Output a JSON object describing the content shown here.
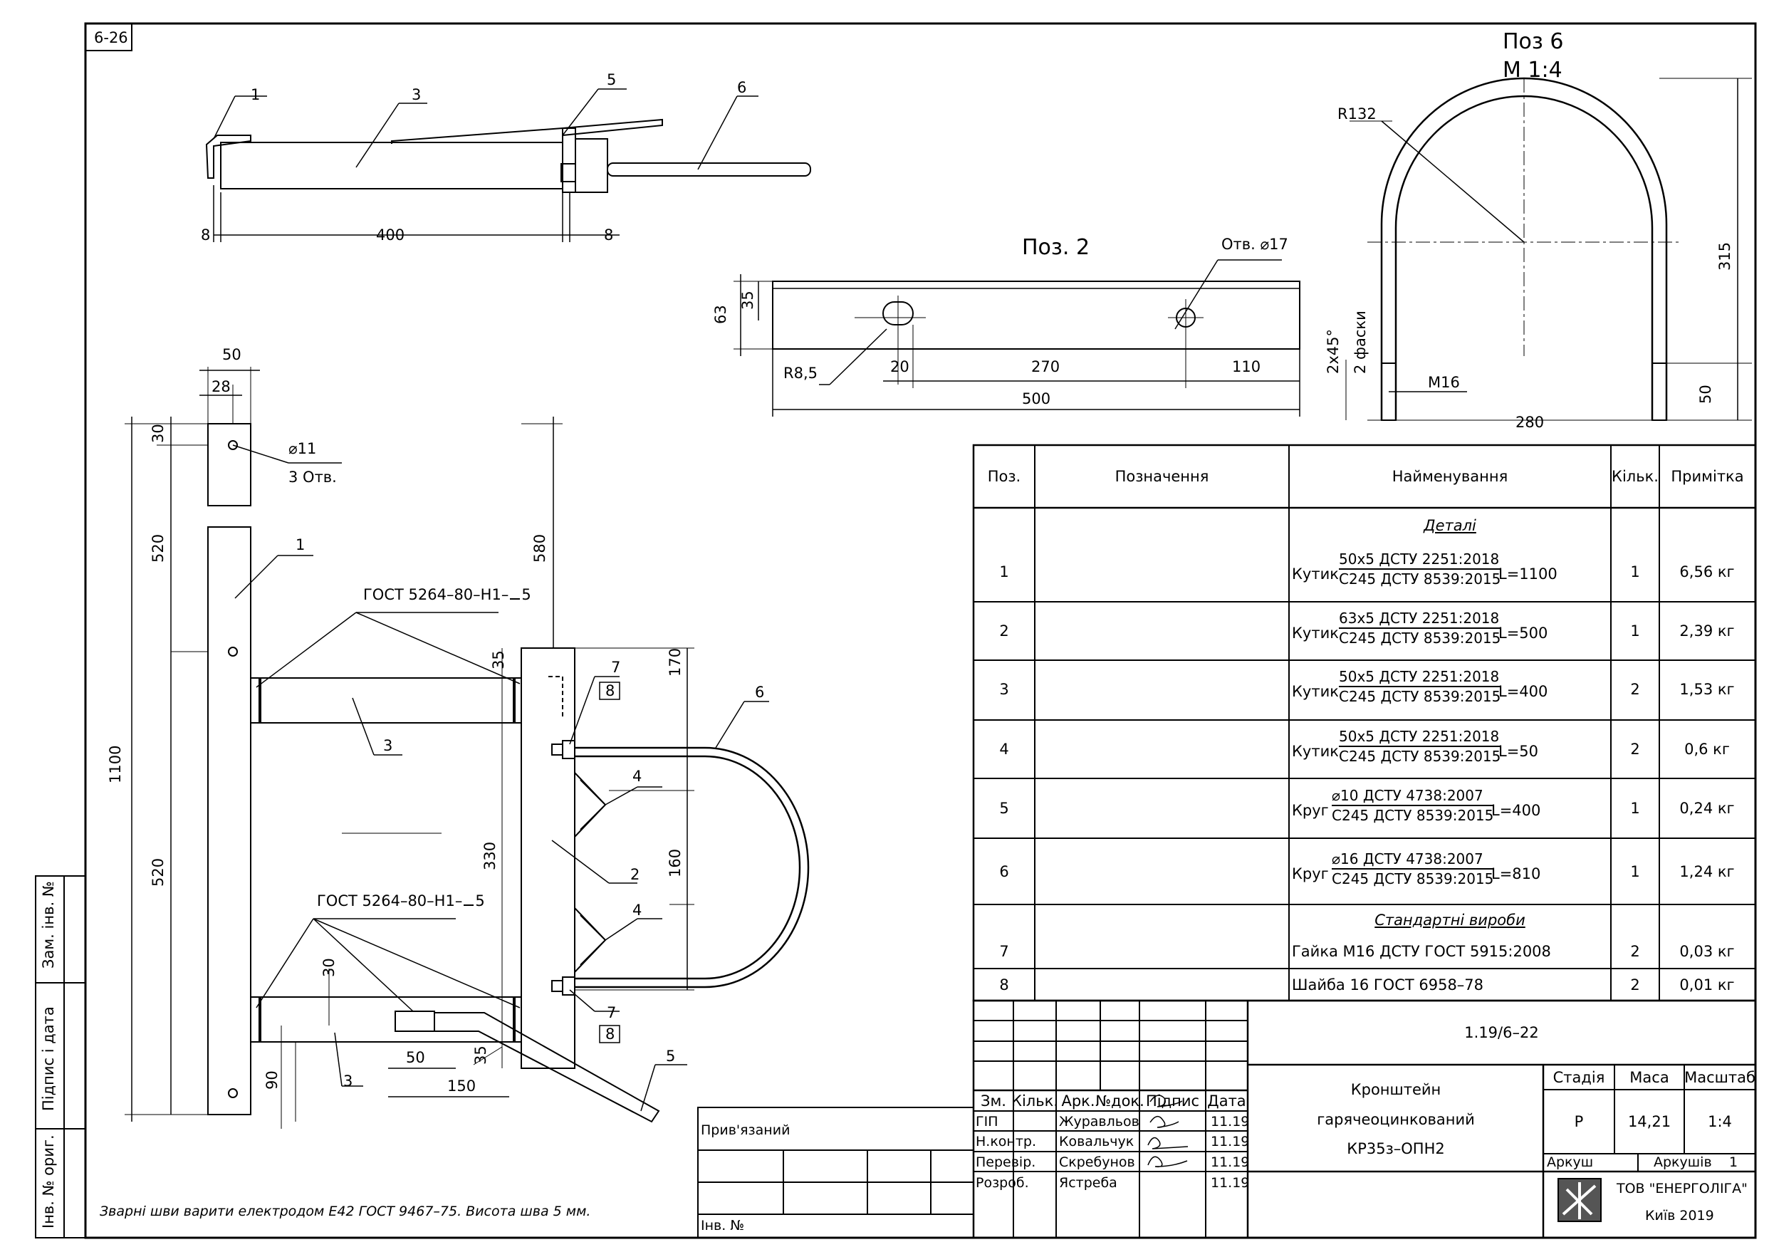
{
  "sheet_code": "6-26",
  "side_stamp": {
    "zam_inv": "Зам. інв. №",
    "signature_date": "Підпис і дата",
    "inv_orig": "Інв. № ориг."
  },
  "view_top": {
    "leaders": [
      "1",
      "3",
      "5",
      "6"
    ],
    "dims": [
      "8",
      "400",
      "8"
    ]
  },
  "view_pos2": {
    "title": "Поз. 2",
    "hole": "Отв. ⌀17",
    "radius": "R8,5",
    "dims": [
      "63",
      "35",
      "20",
      "270",
      "110",
      "500"
    ]
  },
  "view_pos6": {
    "title": "Поз 6",
    "scale": "М 1:4",
    "radius": "R132",
    "chamfer_count": "2 фаски",
    "chamfer": "2x45°",
    "thread": "M16",
    "dims": [
      "315",
      "280",
      "50"
    ]
  },
  "view_main": {
    "dims": {
      "d50": "50",
      "d28": "28",
      "d30": "30",
      "hole": "⌀11",
      "holes": "3 Отв.",
      "d520a": "520",
      "d1100": "1100",
      "d520b": "520",
      "d580": "580",
      "d35a": "35",
      "d170": "170",
      "d160": "160",
      "d330": "330",
      "d30b": "30",
      "d50b": "50",
      "d35b": "35",
      "d150": "150",
      "d90": "90"
    },
    "weld_top": "ГОСТ 5264–80–Н1–",
    "weld_top_leg": "5",
    "weld_bot": "ГОСТ 5264–80–Н1–",
    "weld_bot_leg": "5",
    "leaders": {
      "l1": "1",
      "l3a": "3",
      "l3b": "3",
      "l2": "2",
      "l4a": "4",
      "l4b": "4",
      "l5": "5",
      "l6": "6",
      "l7a": "7",
      "l8a": "8",
      "l7b": "7",
      "l8b": "8"
    }
  },
  "note": "Зварні шви варити електродом Е42 ГОСТ 9467–75. Висота шва 5 мм.",
  "attached": "Прив'язаний",
  "inv_no": "Інв. №",
  "spec": {
    "headers": [
      "Поз.",
      "Позначення",
      "Найменування",
      "Кільк.",
      "Примітка"
    ],
    "section_details": "Деталі",
    "section_standard": "Стандартні вироби",
    "rows": [
      {
        "pos": "1",
        "kind": "Кутик",
        "top": "50x5 ДСТУ 2251:2018",
        "bottom": "С245 ДСТУ 8539:2015",
        "len": "L=1100",
        "qty": "1",
        "note": "6,56 кг"
      },
      {
        "pos": "2",
        "kind": "Кутик",
        "top": "63x5 ДСТУ 2251:2018",
        "bottom": "С245 ДСТУ 8539:2015",
        "len": "L=500",
        "qty": "1",
        "note": "2,39 кг"
      },
      {
        "pos": "3",
        "kind": "Кутик",
        "top": "50x5 ДСТУ 2251:2018",
        "bottom": "С245 ДСТУ 8539:2015",
        "len": "L=400",
        "qty": "2",
        "note": "1,53 кг"
      },
      {
        "pos": "4",
        "kind": "Кутик",
        "top": "50x5 ДСТУ 2251:2018",
        "bottom": "С245 ДСТУ 8539:2015",
        "len": "L=50",
        "qty": "2",
        "note": "0,6 кг"
      },
      {
        "pos": "5",
        "kind": "Круг",
        "top": "⌀10 ДСТУ 4738:2007",
        "bottom": "С245 ДСТУ 8539:2015",
        "len": "L=400",
        "qty": "1",
        "note": "0,24 кг"
      },
      {
        "pos": "6",
        "kind": "Круг",
        "top": "⌀16 ДСТУ 4738:2007",
        "bottom": "С245 ДСТУ 8539:2015",
        "len": "L=810",
        "qty": "1",
        "note": "1,24 кг"
      }
    ],
    "std_rows": [
      {
        "pos": "7",
        "name": "Гайка М16 ДСТУ ГОСТ 5915:2008",
        "qty": "2",
        "note": "0,03 кг"
      },
      {
        "pos": "8",
        "name": "Шайба 16 ГОСТ 6958–78",
        "qty": "2",
        "note": "0,01 кг"
      }
    ]
  },
  "title_block": {
    "doc_code": "1.19/6–22",
    "name_line1": "Кронштейн",
    "name_line2": "гарячеоцинкований",
    "name_line3": "КР35з–ОПН2",
    "stage_label": "Стадія",
    "mass_label": "Маса",
    "scale_label": "Масштаб",
    "stage": "Р",
    "mass": "14,21",
    "scale": "1:4",
    "sheet_label": "Аркуш",
    "sheets_label": "Аркушів",
    "sheets": "1",
    "company": "ТОВ \"ЕНЕРГОЛІГА\"",
    "city_year": "Київ 2019",
    "col_headers": [
      "Зм.",
      "Кільк.",
      "Арк.",
      "№док.",
      "Підпис",
      "Дата"
    ],
    "people": [
      {
        "role": "ГІП",
        "name": "Журавльов",
        "date": "11.19"
      },
      {
        "role": "Н.контр.",
        "name": "Ковальчук",
        "date": "11.19"
      },
      {
        "role": "Перевір.",
        "name": "Скребунов",
        "date": "11.19"
      },
      {
        "role": "Розроб.",
        "name": "Ястреба",
        "date": "11.19"
      }
    ]
  }
}
